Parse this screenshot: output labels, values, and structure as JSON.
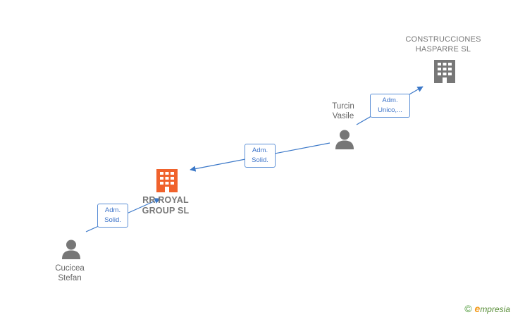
{
  "nodes": {
    "construcciones": {
      "name": "CONSTRUCCIONES\nHASPARRE SL",
      "icon": "building-icon",
      "color": "#777777"
    },
    "rr_royal": {
      "name": "RR ROYAL\nGROUP SL",
      "icon": "building-icon",
      "color": "#f0622c"
    },
    "turcin": {
      "name": "Turcin\nVasile",
      "icon": "person-icon",
      "color": "#777777"
    },
    "cucicea": {
      "name": "Cucicea\nStefan",
      "icon": "person-icon",
      "color": "#777777"
    }
  },
  "edges": [
    {
      "label": "Adm.\nUnico,..."
    },
    {
      "label": "Adm.\nSolid."
    },
    {
      "label": "Adm.\nSolid."
    }
  ],
  "watermark": {
    "copyright": "©",
    "brand_initial": "e",
    "brand_rest": "mpresia"
  },
  "colors": {
    "edge": "#3b78c8",
    "accent": "#f0622c"
  }
}
